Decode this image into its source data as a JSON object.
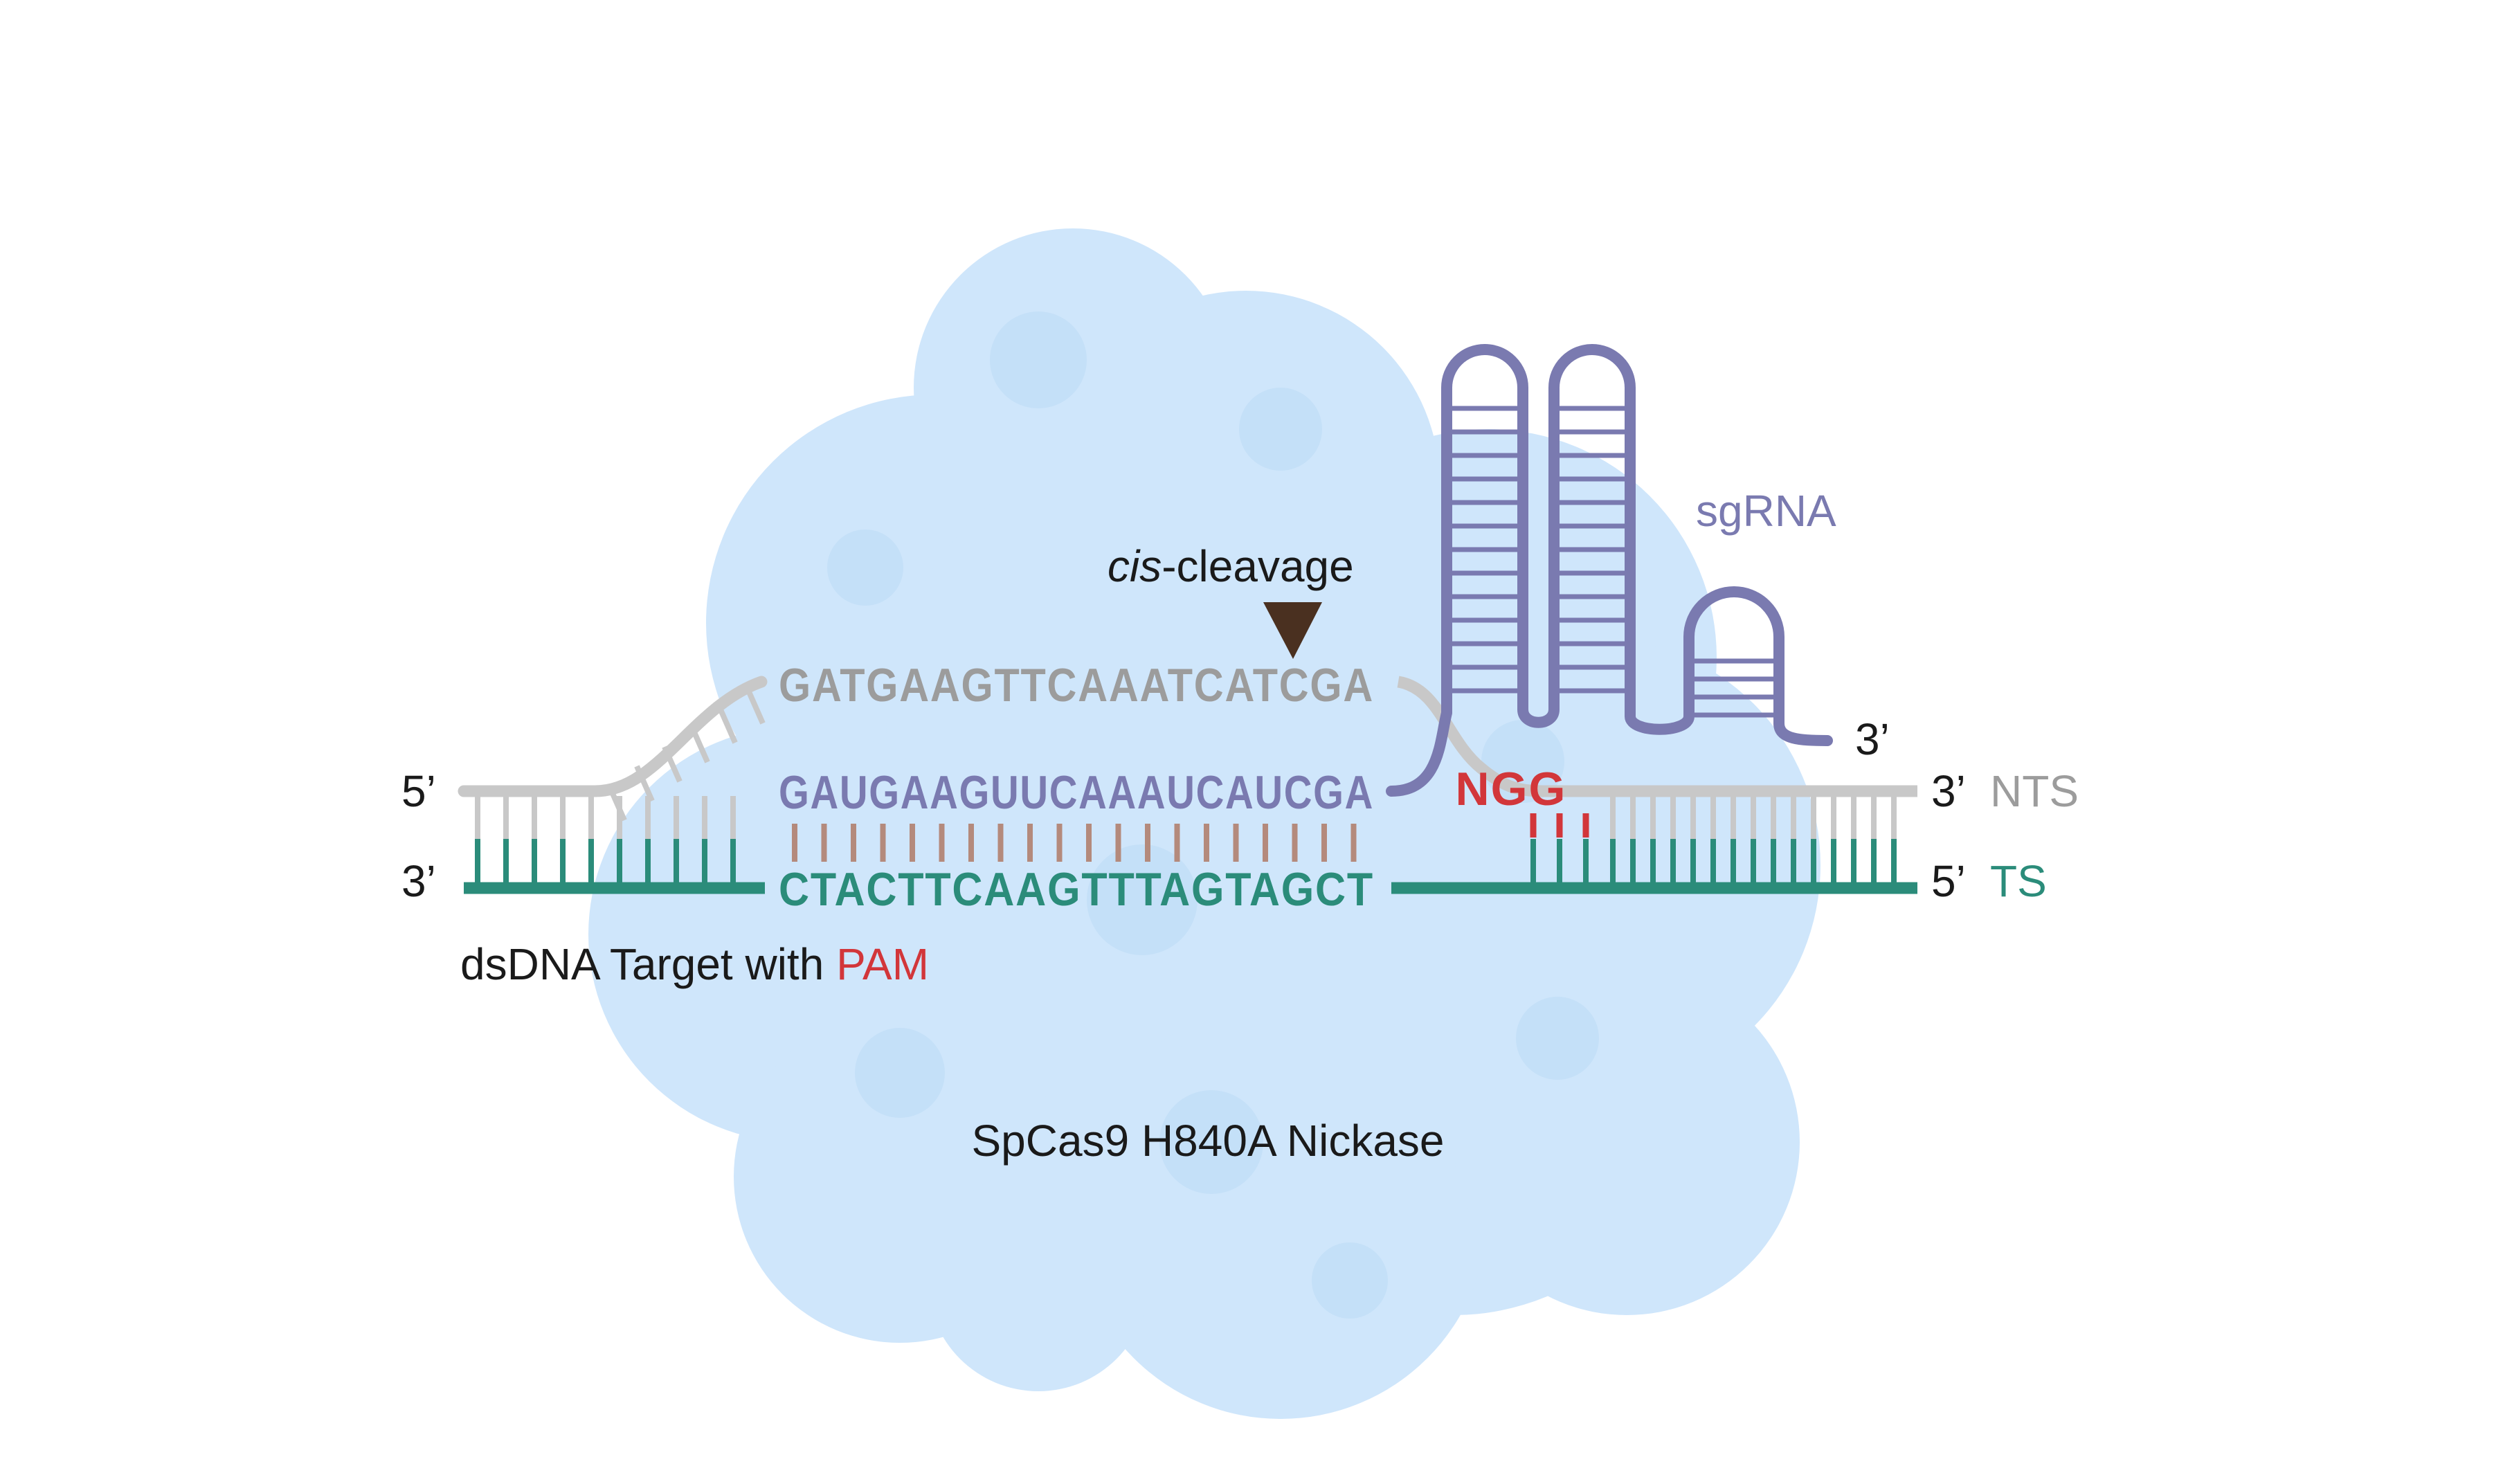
{
  "colors": {
    "protein": "#cfe6fb",
    "protein_shade": "#bcdaf6",
    "nts": "#9c9c9c",
    "nts_light": "#c8c8c8",
    "ts": "#2b8c7a",
    "rna": "#7a7ab0",
    "rna_pair": "#b48a7c",
    "pam": "#d2363a",
    "cut": "#4a3020",
    "text": "#1a1a1a"
  },
  "icons": {
    "cut": "down-triangle-icon"
  },
  "labels": {
    "cleavage_italic": "cis",
    "cleavage_rest": "-cleavage",
    "sgrna": "sgRNA",
    "nts_end": "3’",
    "nts": "NTS",
    "ts_end": "5’",
    "ts": "TS",
    "left_5": "5’",
    "left_3": "3’",
    "rna_3": "3’",
    "pam_motif": "NGG",
    "target_prefix": "dsDNA Target with ",
    "target_pam": "PAM",
    "protein": "SpCas9 H840A Nickase"
  },
  "sequences": {
    "non_target": "GATGAAGTTCAAATCATCGA",
    "guide": "GAUGAAGUUCAAAUCAUCGA",
    "target": "CTACTTCAAGTTTAGTAGCT"
  }
}
